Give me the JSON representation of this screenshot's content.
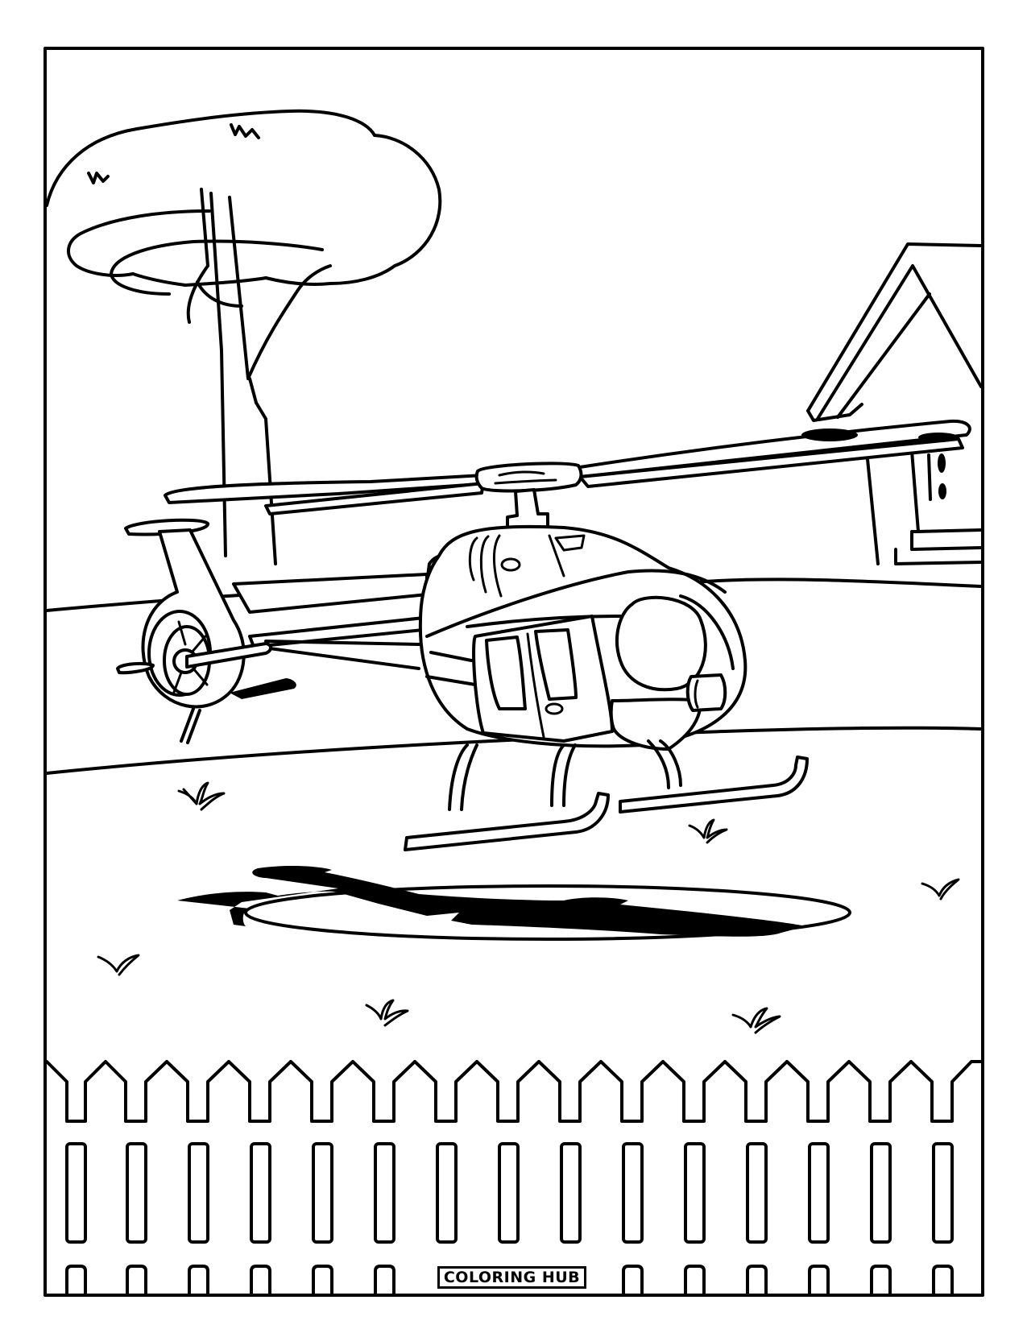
{
  "page": {
    "type": "coloring-page",
    "subject": "helicopter-landed-in-yard",
    "colors": {
      "line": "#000000",
      "background": "#ffffff"
    }
  },
  "scene": {
    "elements": [
      "frame-border",
      "tree",
      "house",
      "hill-horizon",
      "helicopter",
      "helicopter-shadow",
      "grass-tufts",
      "picket-fence"
    ],
    "fence": {
      "picket_count": 15
    }
  },
  "footer": {
    "brand_label": "COLORING HUB"
  }
}
